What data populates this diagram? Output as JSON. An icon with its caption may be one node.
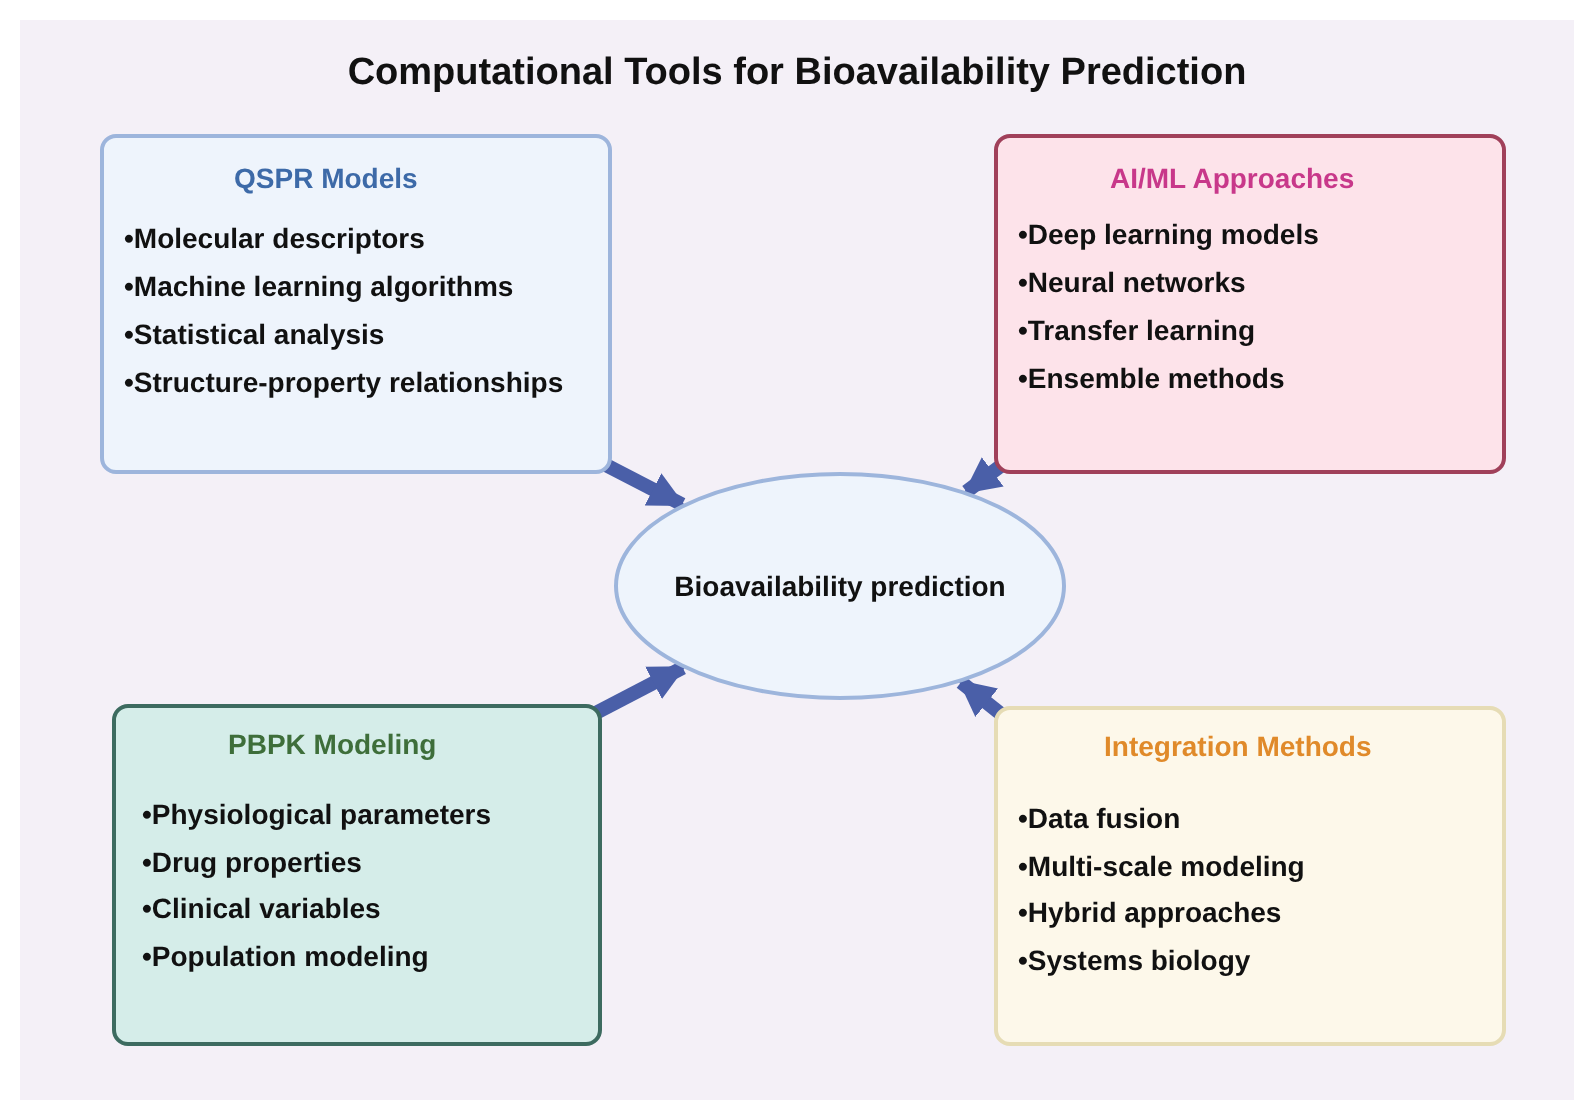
{
  "diagram": {
    "title": "Computational Tools for Bioavailability Prediction",
    "nodes": [
      {
        "text": [
          "QSPR Models",
          "•Molecular descriptors",
          "•Machine learning algorithms",
          "•Statistical analysis",
          "•Structure-property relationships"
        ]
      },
      {
        "text": [
          "AI/ML Approaches",
          "•Deep learning models",
          "•Neural networks",
          "•Transfer learning",
          "•Ensemble methods"
        ]
      },
      {
        "text": [
          "Bioavailability prediction"
        ]
      },
      {
        "text": [
          "PBPK Modeling",
          "•Physiological parameters",
          "•Drug properties",
          "•Clinical variables",
          "•Population modeling"
        ]
      },
      {
        "text": [
          "Integration Methods",
          "•Data fusion",
          "•Multi-scale modeling",
          "•Hybrid approaches",
          "•Systems biology"
        ]
      }
    ],
    "edges": [
      {
        "from": 0,
        "to": 2,
        "arrow": "to"
      },
      {
        "from": 1,
        "to": 2,
        "arrow": "to"
      },
      {
        "from": 3,
        "to": 2,
        "arrow": "to"
      },
      {
        "from": 4,
        "to": 2,
        "arrow": "to"
      }
    ]
  }
}
